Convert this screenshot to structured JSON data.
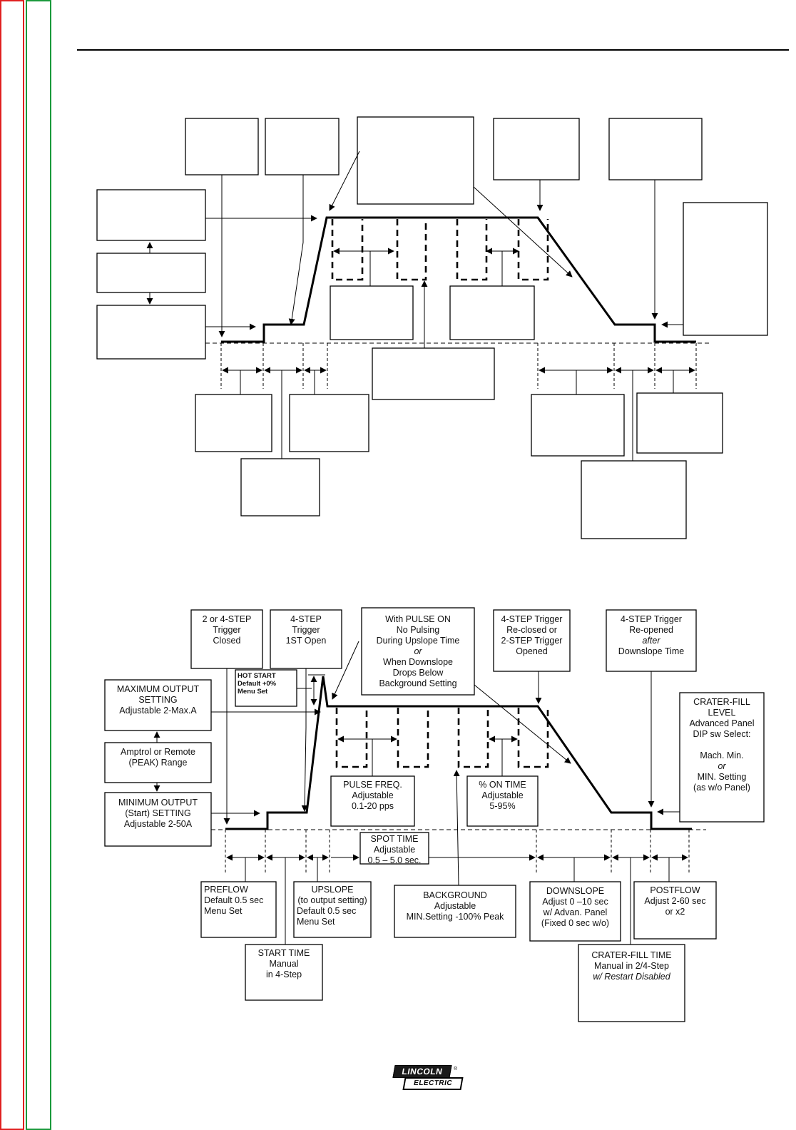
{
  "brand": {
    "logo_top": "LINCOLN",
    "logo_bottom": "ELECTRIC",
    "registered": "®"
  },
  "labels": {
    "trigger_closed": {
      "l1": "2 or 4-STEP",
      "l2": "Trigger",
      "l3": "Closed"
    },
    "trigger_open": {
      "l1": "4-STEP",
      "l2": "Trigger",
      "l3": "1ST  Open"
    },
    "pulse_note": {
      "l1": "With PULSE ON",
      "l2": "No Pulsing",
      "l3": "During Upslope Time",
      "l4": "or",
      "l5": "When Downslope",
      "l6": "Drops Below",
      "l7": "Background Setting"
    },
    "trigger_reclosed": {
      "l1": "4-STEP Trigger",
      "l2": "Re-closed or",
      "l3": "2-STEP Trigger",
      "l4": "Opened"
    },
    "trigger_reopened": {
      "l1": "4-STEP Trigger",
      "l2": "Re-opened",
      "l3": "after",
      "l4": "Downslope Time"
    },
    "hot_start": {
      "l1": "HOT START",
      "l2": "Default +0%",
      "l3": "Menu Set"
    },
    "max_output": {
      "l1": "MAXIMUM OUTPUT",
      "l2": "SETTING",
      "l3": "Adjustable 2-Max.A"
    },
    "amptrol": {
      "l1": "Amptrol or Remote",
      "l2": "(PEAK) Range"
    },
    "min_output": {
      "l1": "MINIMUM OUTPUT",
      "l2": "(Start) SETTING",
      "l3": "Adjustable 2-50A"
    },
    "crater_level": {
      "l1": "CRATER-FILL",
      "l2": "LEVEL",
      "l3": "Advanced Panel",
      "l4": "DIP sw Select:",
      "l5": "Mach. Min.",
      "l6": "or",
      "l7": "MIN. Setting",
      "l8": "(as w/o Panel)"
    },
    "pulse_freq": {
      "l1": "PULSE FREQ.",
      "l2": "Adjustable",
      "l3": "0.1-20 pps"
    },
    "on_time": {
      "l1": "% ON TIME",
      "l2": "Adjustable",
      "l3": "5-95%"
    },
    "spot_time": {
      "l1": "SPOT TIME",
      "l2": "Adjustable",
      "l3": "0.5 – 5.0 sec."
    },
    "background": {
      "l1": "BACKGROUND",
      "l2": "Adjustable",
      "l3": "MIN.Setting -100% Peak"
    },
    "preflow": {
      "l1": "PREFLOW",
      "l2": "Default 0.5 sec",
      "l3": "Menu Set"
    },
    "upslope": {
      "l1": "UPSLOPE",
      "l2": "(to output setting)",
      "l3": "Default 0.5 sec",
      "l4": "Menu Set"
    },
    "start_time": {
      "l1": "START TIME",
      "l2": "Manual",
      "l3": "in 4-Step"
    },
    "downslope": {
      "l1": "DOWNSLOPE",
      "l2": "Adjust 0 –10 sec",
      "l3": "w/ Advan. Panel",
      "l4": "(Fixed 0 sec w/o)"
    },
    "postflow": {
      "l1": "POSTFLOW",
      "l2": "Adjust 2-60 sec",
      "l3": "or x2"
    },
    "crater_time": {
      "l1": "CRATER-FILL TIME",
      "l2": "Manual in 2/4-Step",
      "l3": "w/ Restart Disabled"
    }
  }
}
